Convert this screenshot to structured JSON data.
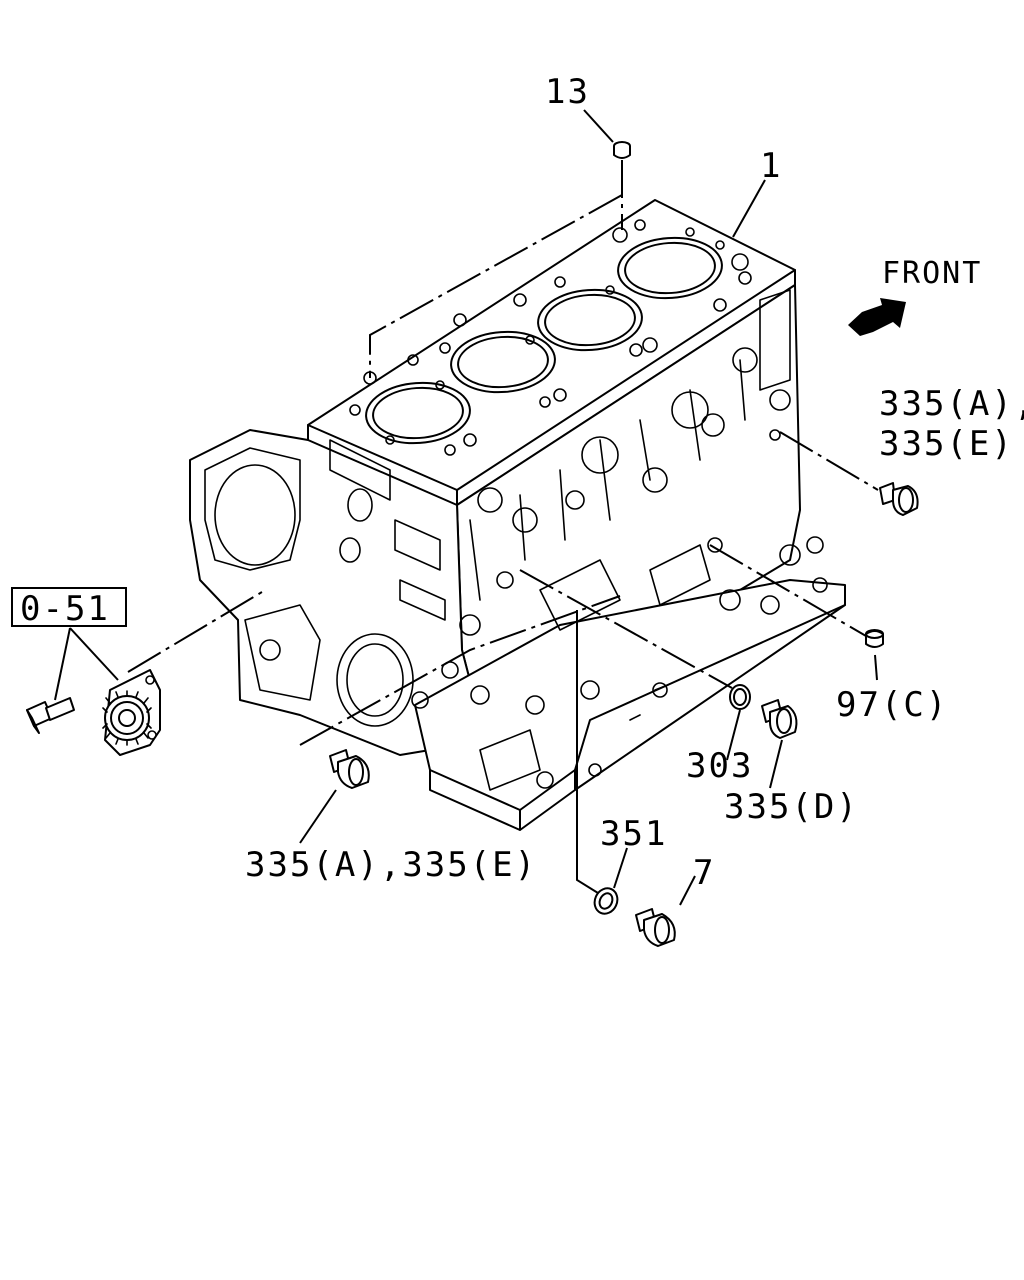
{
  "direction_label": "FRONT",
  "callouts": {
    "c13": "13",
    "c1": "1",
    "c335ae_right_a": "335(A),",
    "c335ae_right_e": "335(E)",
    "c051": "0-51",
    "c97c": "97(C)",
    "c303": "303",
    "c335d": "335(D)",
    "c335ae_bottom": "335(A),335(E)",
    "c351": "351",
    "c7": "7"
  }
}
